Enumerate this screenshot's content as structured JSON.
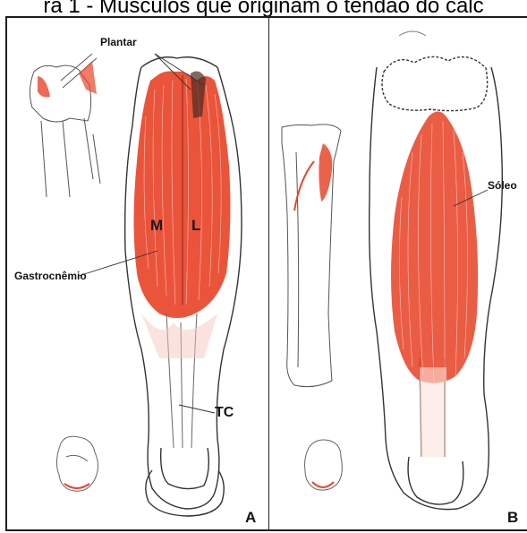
{
  "caption": "ra 1 - Músculos que originam o tendão do calc",
  "panel_a": {
    "letter": "A",
    "labels": {
      "plantar": "Plantar",
      "gastrocnemio": "Gastrocnêmio",
      "medial": "M",
      "lateral": "L",
      "tc": "TC"
    }
  },
  "panel_b": {
    "letter": "B",
    "labels": {
      "soleo": "Sóleo"
    }
  },
  "colors": {
    "muscle": "#e8452a",
    "outline": "#333333",
    "border": "#1e1e1e"
  }
}
